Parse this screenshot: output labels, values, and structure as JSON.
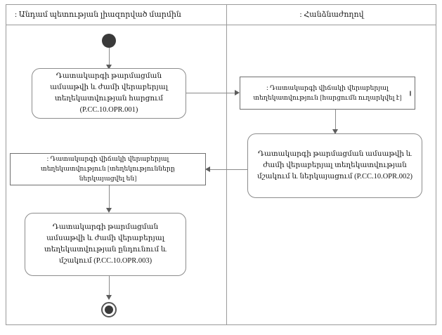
{
  "diagram": {
    "type": "uml-activity-diagram",
    "language": "hy",
    "partitions": [
      {
        "id": "left",
        "label": ": Անդամ պետության լիազորված մարմին"
      },
      {
        "id": "right",
        "label": ": Հանձնաժողով"
      }
    ],
    "nodes": {
      "initial": {
        "kind": "initial-node",
        "label": ""
      },
      "activity1": {
        "kind": "activity",
        "partition": "left",
        "label": "Դատակարգի թարմացման ամսաթվի և ժամի վերաբերյալ տեղեկատվության հարցում (P.CC.10.OPR.001)",
        "code": "P.CC.10.OPR.001"
      },
      "signal1": {
        "kind": "signal-receipt",
        "partition": "right",
        "label": ": Դատակարգի վիճակի վերաբերյալ տեղեկատվություն [հարցումն ուղարկվել է]",
        "guard": "հարցումն ուղարկվել է"
      },
      "activity2": {
        "kind": "activity",
        "partition": "right",
        "label": "Դատակարգի թարմացման ամսաթվի և ժամի վերաբերյալ տեղեկատվության մշակում և ներկայացում (P.CC.10.OPR.002)",
        "code": "P.CC.10.OPR.002"
      },
      "signal2": {
        "kind": "signal-receipt",
        "partition": "left",
        "label": ": Դատակարգի վիճակի վերաբերյալ տեղեկատվություն [տեղեկությունները ներկայացվել են]",
        "guard": "տեղեկությունները ներկայացվել են"
      },
      "activity3": {
        "kind": "activity",
        "partition": "left",
        "label": "Դատակարգի թարմացման ամսաթվի և ժամի վերաբերյալ տեղեկատվության ընդունում և մշակում (P.CC.10.OPR.003)",
        "code": "P.CC.10.OPR.003"
      },
      "final": {
        "kind": "activity-final-node",
        "label": ""
      }
    },
    "edges": [
      {
        "from": "initial",
        "to": "activity1",
        "direction": "down"
      },
      {
        "from": "activity1",
        "to": "signal1",
        "direction": "right"
      },
      {
        "from": "signal1",
        "to": "activity2",
        "direction": "down"
      },
      {
        "from": "activity2",
        "to": "signal2",
        "direction": "left"
      },
      {
        "from": "signal2",
        "to": "activity3",
        "direction": "down"
      },
      {
        "from": "activity3",
        "to": "final",
        "direction": "down"
      }
    ]
  },
  "colors": {
    "frame_border": "#9a9a9a",
    "node_border": "#8c8c8c",
    "signal_border": "#6f6f6f",
    "edge": "#8a8a8a",
    "arrowhead": "#5d5d5d",
    "node_fill": "#ffffff",
    "initial_fill": "#3a3a3a",
    "text": "#151515"
  }
}
